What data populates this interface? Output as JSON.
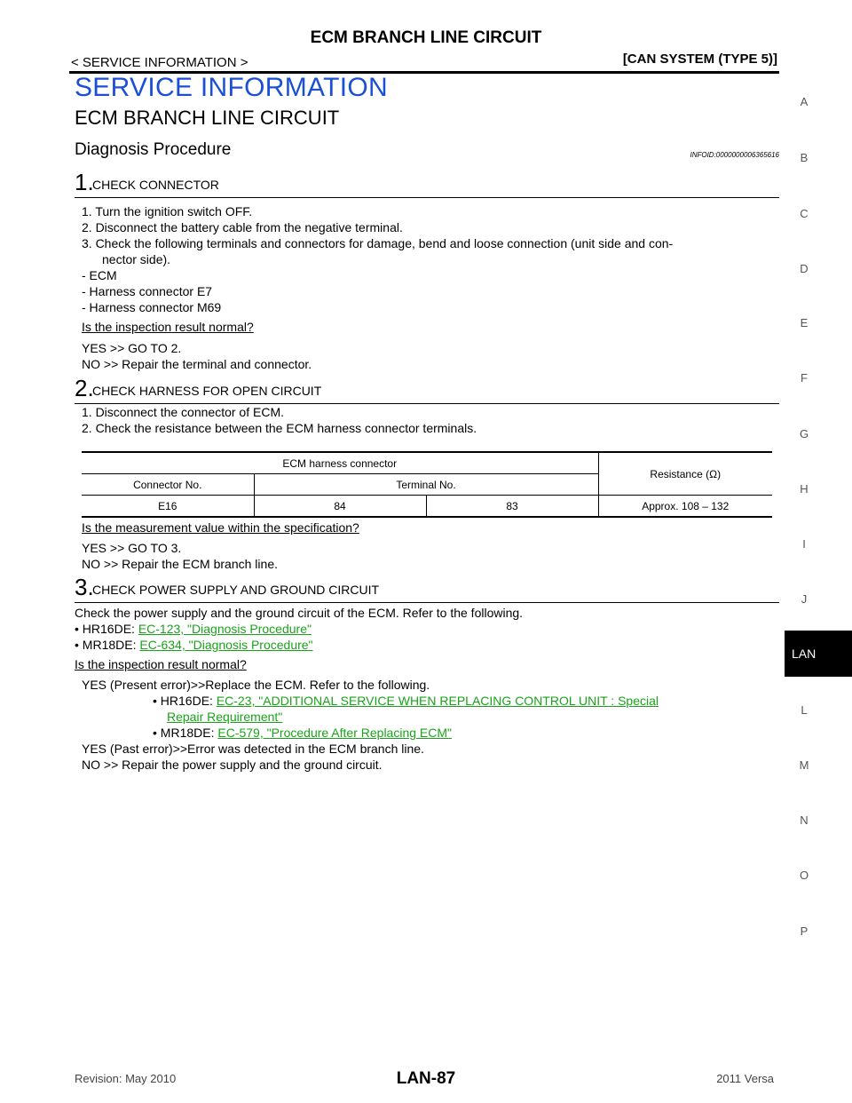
{
  "header": {
    "title": "ECM BRANCH LINE CIRCUIT",
    "left": "< SERVICE INFORMATION >",
    "right": "[CAN SYSTEM (TYPE 5)]"
  },
  "section_title": "SERVICE INFORMATION",
  "subtitle": "ECM BRANCH LINE CIRCUIT",
  "procedure_title": "Diagnosis Procedure",
  "infoid": "INFOID:0000000006365616",
  "step1": {
    "num": "1.",
    "label": "CHECK CONNECTOR",
    "lines": [
      "1.  Turn the ignition switch OFF.",
      "2.  Disconnect the battery cable from the negative terminal.",
      "3.  Check the following terminals and connectors for damage, bend and loose connection (unit side and con-",
      "nector side).",
      "-   ECM",
      "-   Harness connector E7",
      "-   Harness connector M69"
    ],
    "question": "Is the inspection result normal?",
    "yes": "YES    >> GO TO 2.",
    "no": "NO     >> Repair the terminal and connector."
  },
  "step2": {
    "num": "2.",
    "label": "CHECK HARNESS FOR OPEN CIRCUIT",
    "lines": [
      "1.  Disconnect the connector of ECM.",
      "2.  Check the resistance between the ECM harness connector terminals."
    ],
    "table": {
      "group_header": "ECM harness connector",
      "resistance_header": "Resistance (Ω)",
      "col_connector": "Connector No.",
      "col_terminal": "Terminal No.",
      "row": {
        "connector": "E16",
        "t1": "84",
        "t2": "83",
        "resistance": "Approx. 108 – 132"
      }
    },
    "question": "Is the measurement value within the specification?",
    "yes": "YES    >> GO TO 3.",
    "no": "NO     >> Repair the ECM branch line."
  },
  "step3": {
    "num": "3.",
    "label": "CHECK POWER SUPPLY AND GROUND CIRCUIT",
    "intro": "Check the power supply and the ground circuit of the ECM. Refer to the following.",
    "ref1_prefix": "•  HR16DE: ",
    "ref1_link": "EC-123, \"Diagnosis Procedure\"",
    "ref2_prefix": "•  MR18DE: ",
    "ref2_link": "EC-634, \"Diagnosis Procedure\"",
    "question": "Is the inspection result normal?",
    "yes_present": "YES (Present error)>>Replace the ECM. Refer to the following.",
    "sub1_prefix": "•  HR16DE:  ",
    "sub1_link_a": "EC-23, \"ADDITIONAL SERVICE WHEN REPLACING CONTROL UNIT : Special",
    "sub1_link_b": "Repair Requirement\"",
    "sub2_prefix": "•  MR18DE: ",
    "sub2_link": "EC-579, \"Procedure After Replacing ECM\"",
    "yes_past": "YES (Past error)>>Error was detected in the ECM branch line.",
    "no": "NO     >> Repair the power supply and the ground circuit."
  },
  "sidebar": {
    "letters": [
      "A",
      "B",
      "C",
      "D",
      "E",
      "F",
      "G",
      "H",
      "I",
      "J",
      "L",
      "M",
      "N",
      "O",
      "P"
    ],
    "active": "LAN"
  },
  "footer": {
    "left": "Revision: May 2010",
    "center": "LAN-87",
    "right": "2011 Versa"
  }
}
